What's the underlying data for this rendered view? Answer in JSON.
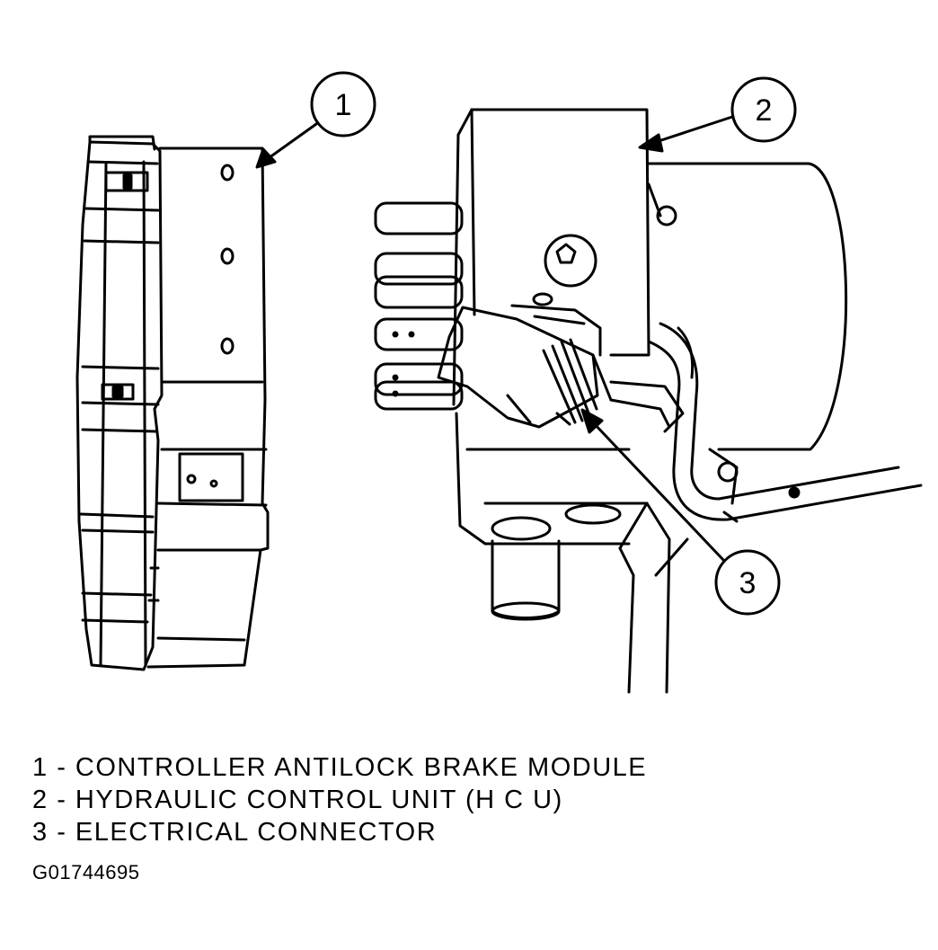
{
  "callouts": [
    {
      "number": "1"
    },
    {
      "number": "2"
    },
    {
      "number": "3"
    }
  ],
  "legend": [
    {
      "number": "1",
      "separator": " - ",
      "text": "CONTROLLER ANTILOCK BRAKE MODULE"
    },
    {
      "number": "2",
      "separator": " - ",
      "text": "HYDRAULIC CONTROL UNIT (H C U)"
    },
    {
      "number": "3",
      "separator": " - ",
      "text": "ELECTRICAL CONNECTOR"
    }
  ],
  "figure_id": "G01744695",
  "colors": {
    "ink": "#000000",
    "paper": "#ffffff"
  }
}
